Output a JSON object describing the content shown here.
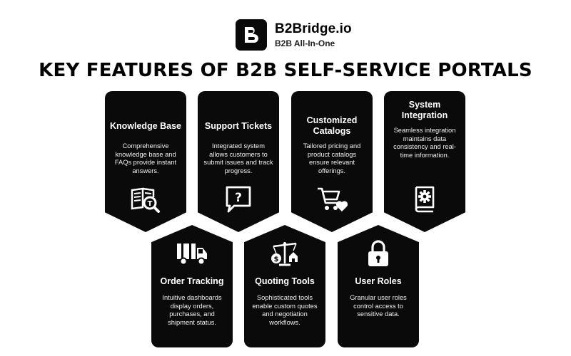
{
  "brand": {
    "name": "B2Bridge.io",
    "tagline": "B2B All-In-One",
    "logo_icon": "b2-monogram-icon"
  },
  "title": "KEY FEATURES OF B2B SELF-SERVICE PORTALS",
  "colors": {
    "card_bg": "#0a0a0a",
    "card_text": "#ffffff",
    "page_bg": "#ffffff"
  },
  "features": [
    {
      "title": "Knowledge Base",
      "description": "Comprehensive knowledge base and FAQs provide instant answers.",
      "icon": "book-magnifier-icon"
    },
    {
      "title": "Support Tickets",
      "description": "Integrated system allows customers to submit issues and track progress.",
      "icon": "question-bubble-icon"
    },
    {
      "title": "Customized Catalogs",
      "description": "Tailored pricing and product catalogs ensure relevant offerings.",
      "icon": "cart-heart-icon"
    },
    {
      "title": "System Integration",
      "description": "Seamless integration maintains data consistency and real-time information.",
      "icon": "gear-book-icon"
    },
    {
      "title": "Order Tracking",
      "description": "Intuitive dashboards display orders, purchases, and shipment status.",
      "icon": "delivery-truck-icon"
    },
    {
      "title": "Quoting Tools",
      "description": "Sophisticated tools enable custom quotes and negotiation workflows.",
      "icon": "balance-scale-icon"
    },
    {
      "title": "User Roles",
      "description": "Granular user roles control access to sensitive data.",
      "icon": "padlock-icon"
    }
  ]
}
